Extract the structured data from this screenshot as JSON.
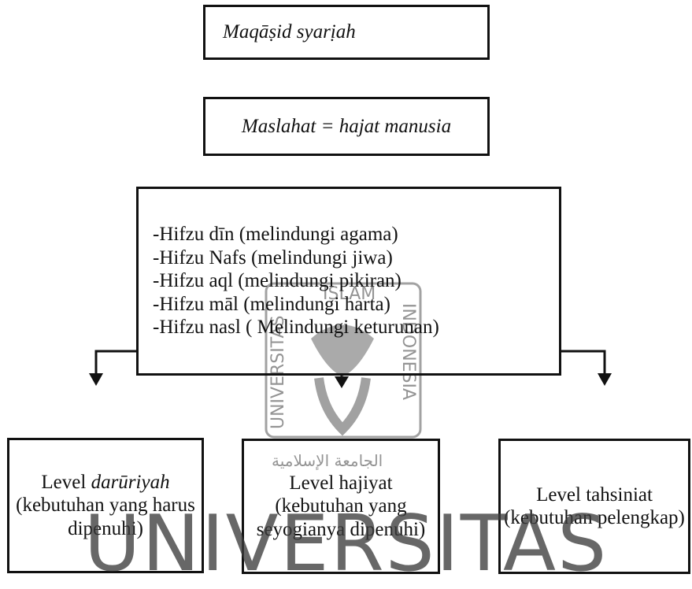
{
  "diagram": {
    "top": "Maqāṣid syarịah",
    "middle": "Maslahat = hajat manusia",
    "main_lines": [
      "-Hifzu dīn (melindungi agama)",
      "-Hifzu Nafs (melindungi jiwa)",
      "-Hifzu aql (melindungi pikiran)",
      "-Hifzu māl (melindungi harta)",
      "-Hifzu nasl ( Melindungi keturunan)"
    ],
    "left": {
      "prefix": "Level ",
      "italic": "darūriyah",
      "rest": "(kebutuhan yang harus dipenuhi)"
    },
    "center": {
      "line1": "Level hajiyat",
      "rest": "(kebutuhan yang seyogianya dipenuhi)"
    },
    "right": {
      "line1": "Level tahsiniat",
      "rest": "(kebutuhan pelengkap)"
    }
  },
  "watermark": {
    "seal_left": "UNIVERSITAS",
    "seal_top": "ISLAM",
    "seal_right": "INDONESIA",
    "seal_bottom": "الجامعة الإسلامية",
    "banner": "UNIVERSITAS"
  }
}
